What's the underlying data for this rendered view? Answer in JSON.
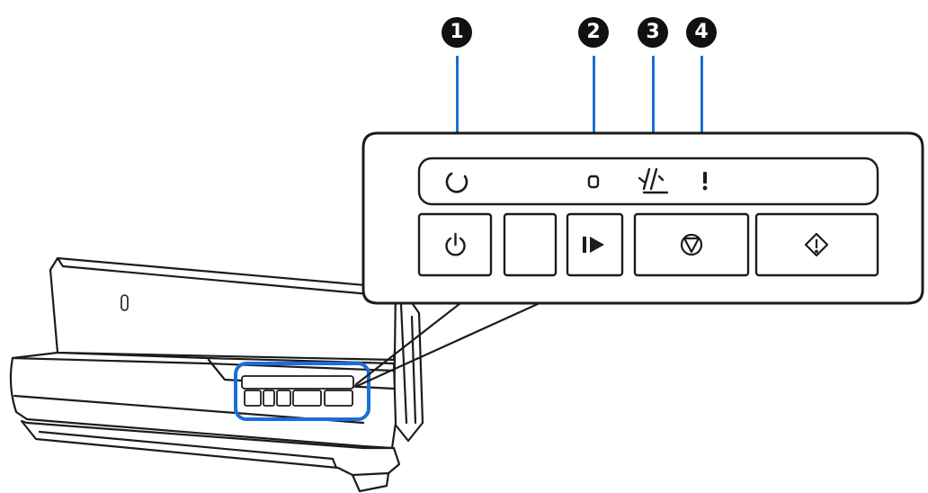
{
  "callouts": [
    {
      "number": "1",
      "target": "power-light"
    },
    {
      "number": "2",
      "target": "ready-light"
    },
    {
      "number": "3",
      "target": "paper-jam-light"
    },
    {
      "number": "4",
      "target": "error-light"
    }
  ],
  "indicators": {
    "power_light_icon": "power-ring-icon",
    "ready_light_icon": "ready-pill-icon",
    "paper_jam_light_icon": "paper-jam-icon",
    "error_light_icon": "exclamation-icon"
  },
  "buttons": [
    {
      "name": "power-button",
      "icon": "power-icon"
    },
    {
      "name": "blank-button",
      "icon": ""
    },
    {
      "name": "slow-mode-button",
      "icon": "slow-mode-icon"
    },
    {
      "name": "stop-button",
      "icon": "stop-icon"
    },
    {
      "name": "start-button",
      "icon": "start-icon"
    }
  ],
  "colors": {
    "callout_fill": "#111111",
    "pointer_line": "#1a6fd6",
    "outline": "#1c1c1c",
    "highlight": "#1a6fd6"
  }
}
